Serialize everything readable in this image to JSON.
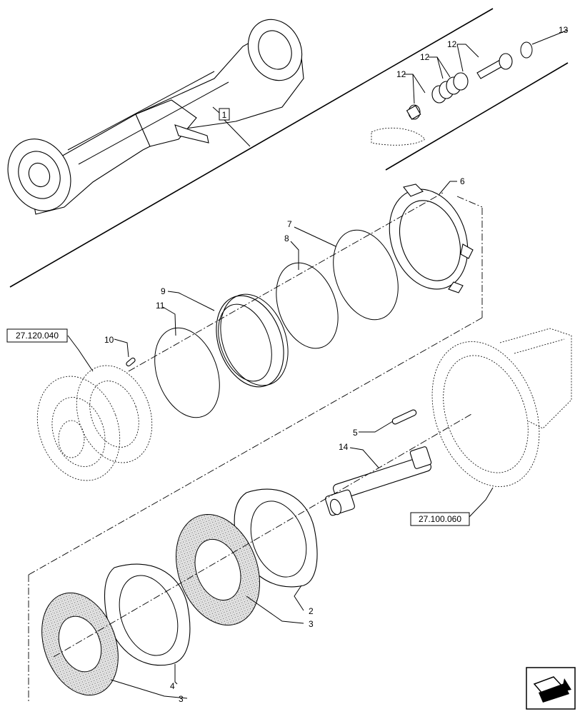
{
  "diagram": {
    "callouts": [
      "1",
      "2",
      "3",
      "3",
      "3",
      "4",
      "5",
      "6",
      "7",
      "8",
      "9",
      "10",
      "11",
      "12",
      "12",
      "12",
      "13",
      "14"
    ],
    "references": [
      "27.120.040",
      "27.100.060"
    ],
    "nav_icon": "next-page-arrow-icon"
  }
}
